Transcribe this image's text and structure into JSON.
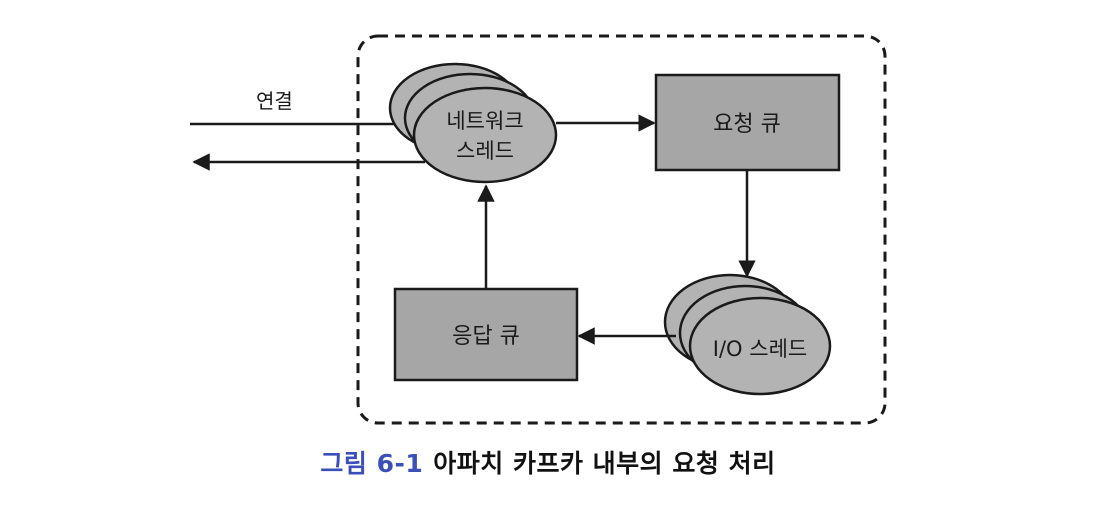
{
  "diagram": {
    "connection_label": "연결",
    "network_thread_line1": "네트워크",
    "network_thread_line2": "스레드",
    "request_queue": "요청 큐",
    "io_thread": "I/O 스레드",
    "response_queue": "응답 큐"
  },
  "caption": {
    "number": "그림 6-1",
    "text": "아파치 카프카 내부의 요청 처리"
  },
  "colors": {
    "box_fill": "#a6a6a6",
    "ellipse_fill": "#b3b3b3",
    "stroke": "#1a1a1a",
    "caption_number": "#3b4fb8"
  }
}
